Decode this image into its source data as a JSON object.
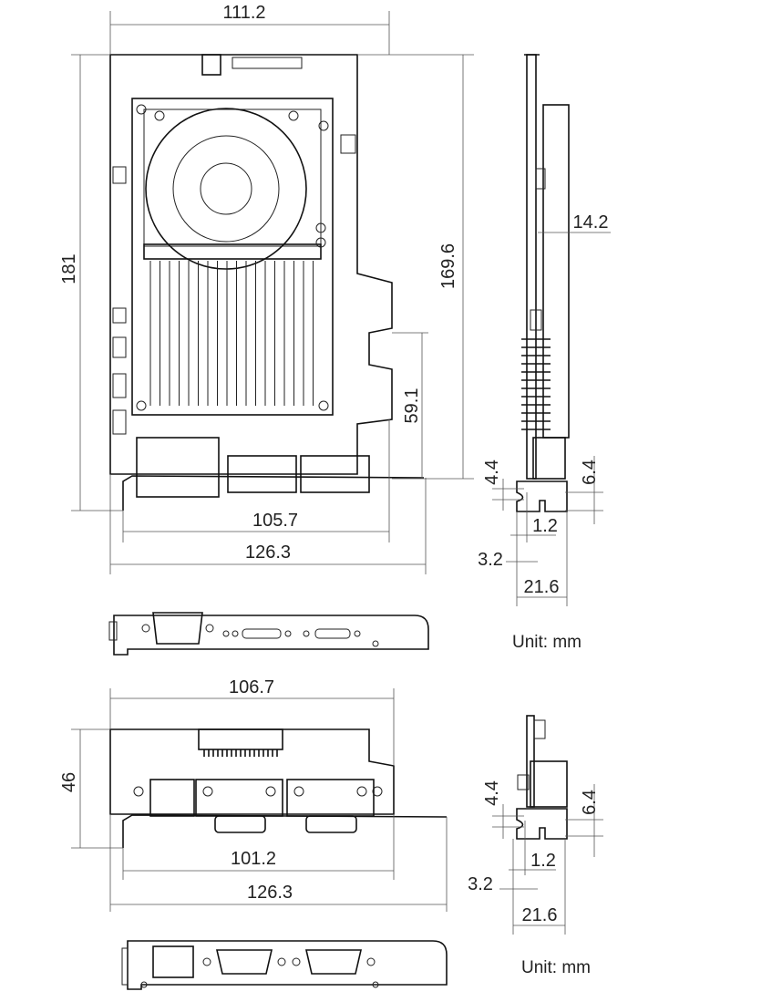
{
  "drawing_1": {
    "top_view": {
      "width_top": "111.2",
      "height_total": "181",
      "height_board": "169.6",
      "height_slot": "59.1",
      "width_board": "105.7",
      "width_bracket": "126.3"
    },
    "side_view": {
      "thickness": "14.2",
      "dim_a": "4.4",
      "dim_b": "6.4",
      "dim_c": "1.2",
      "dim_d": "3.2",
      "dim_e": "21.6"
    },
    "unit_label": "Unit: mm"
  },
  "drawing_2": {
    "top_view": {
      "width_top": "106.7",
      "height_total": "46",
      "width_board": "101.2",
      "width_bracket": "126.3"
    },
    "side_view": {
      "dim_a": "4.4",
      "dim_b": "6.4",
      "dim_c": "1.2",
      "dim_d": "3.2",
      "dim_e": "21.6"
    },
    "unit_label": "Unit: mm"
  }
}
